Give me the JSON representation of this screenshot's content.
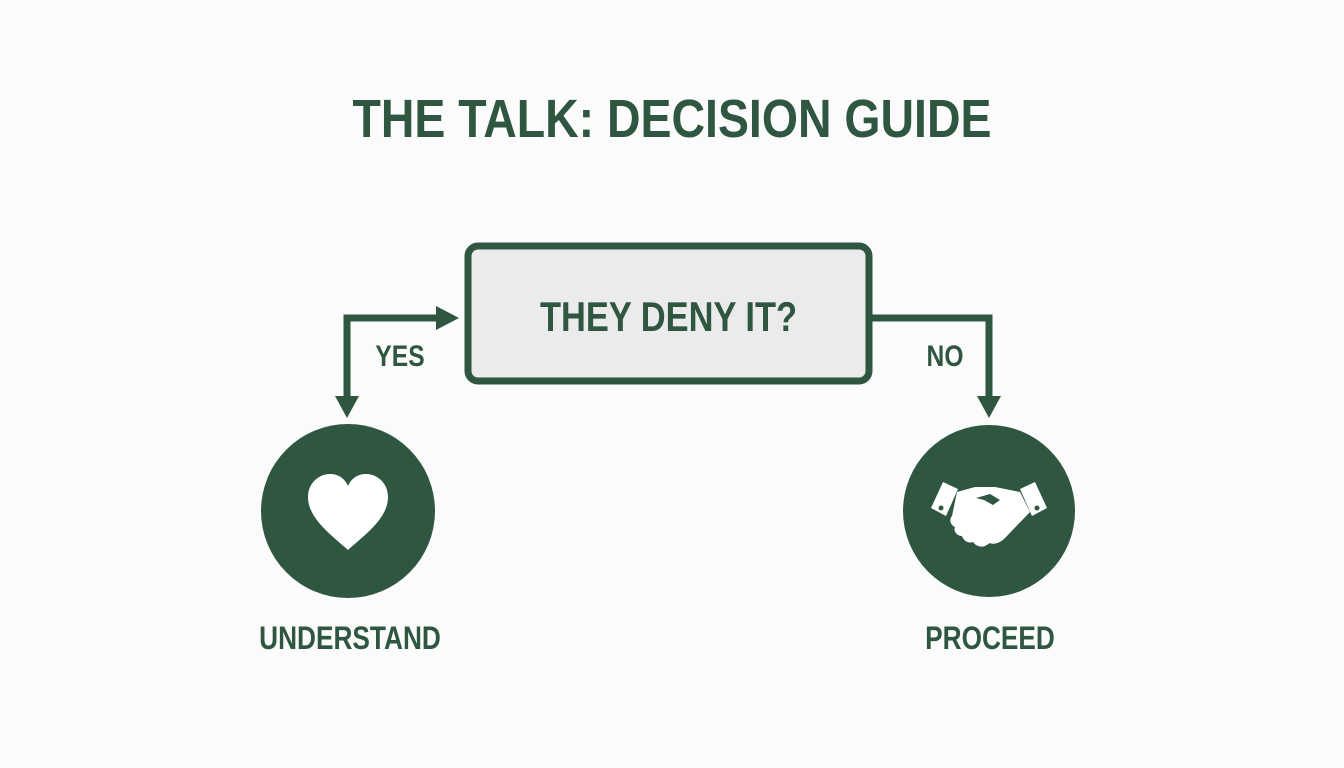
{
  "title": "THE TALK: DECISION GUIDE",
  "decision": {
    "question": "THEY DENY IT?"
  },
  "branches": {
    "yes": {
      "label": "YES",
      "outcome": "UNDERSTAND",
      "icon": "heart-icon"
    },
    "no": {
      "label": "NO",
      "outcome": "PROCEED",
      "icon": "handshake-icon"
    }
  },
  "colors": {
    "primary": "#2f5640",
    "box_fill": "#ebebeb",
    "background": "#fafbfa",
    "icon_fill": "#ffffff"
  }
}
